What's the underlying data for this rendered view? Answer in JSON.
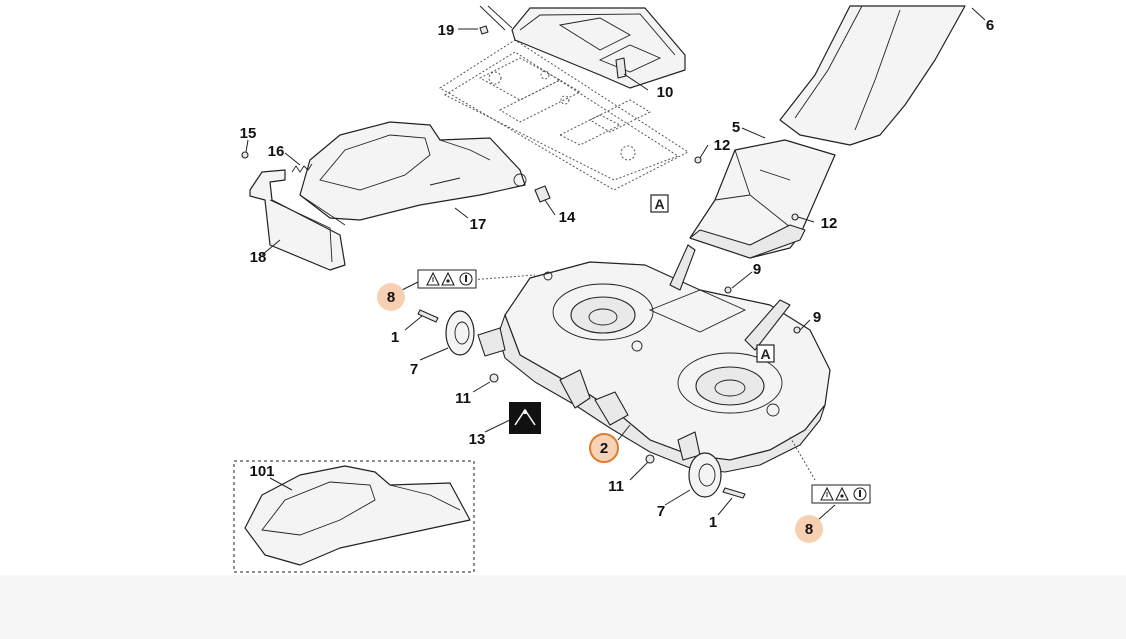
{
  "colors": {
    "highlight_fill": "#f7cfb3",
    "highlight_stroke": "#e8914f",
    "selected_fill": "#f7d2b5",
    "selected_stroke": "#e07b2e",
    "line": "#222222"
  },
  "callouts": {
    "c1a": "1",
    "c1b": "1",
    "c2": "2",
    "c5": "5",
    "c6": "6",
    "c7a": "7",
    "c7b": "7",
    "c8a": "8",
    "c8b": "8",
    "c9a": "9",
    "c9b": "9",
    "c10": "10",
    "c11a": "11",
    "c11b": "11",
    "c12a": "12",
    "c12b": "12",
    "c13": "13",
    "c14": "14",
    "c15": "15",
    "c16": "16",
    "c17": "17",
    "c18": "18",
    "c19": "19",
    "c101": "101",
    "refA1": "A",
    "refA2": "A"
  },
  "warning_icons": [
    "warning-triangle-icon",
    "hazard-triangle-icon",
    "read-manual-icon"
  ]
}
